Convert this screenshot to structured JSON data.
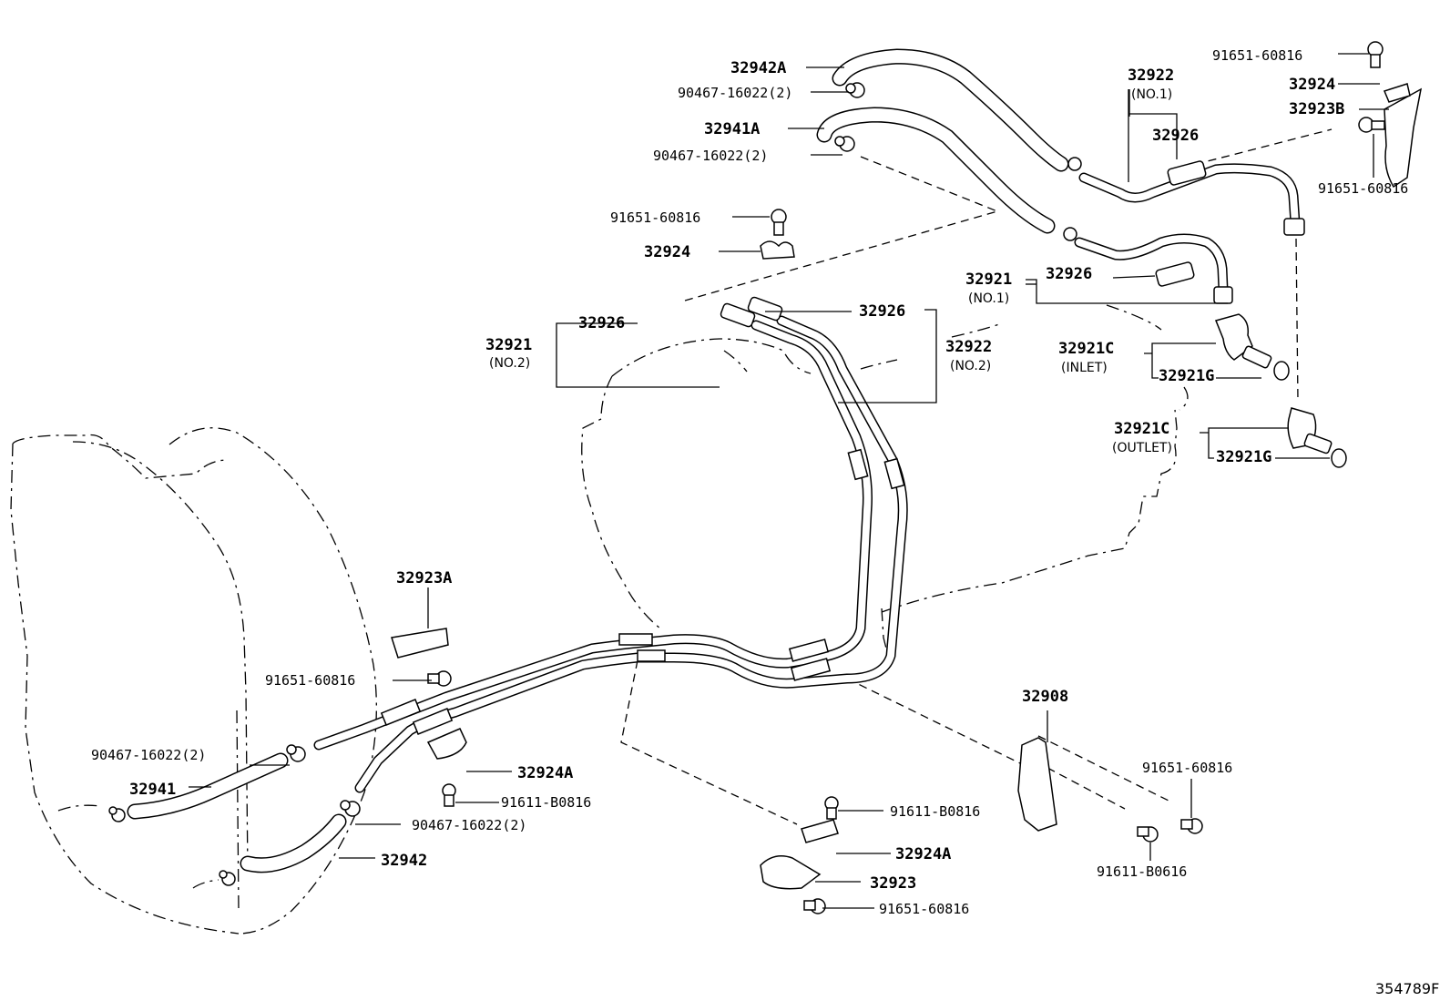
{
  "diagram_id": "354789F",
  "labels": {
    "l32942A": "32942A",
    "l90467_a": "90467-16022(2)",
    "l32941A": "32941A",
    "l90467_b": "90467-16022(2)",
    "l91651_a": "91651-60816",
    "l32924_a": "32924",
    "l32922_no1": "32922",
    "l32922_no1_sub": "(NO.1)",
    "l32926_a": "32926",
    "l91651_b": "91651-60816",
    "l32924_b": "32924",
    "l32923B": "32923B",
    "l91651_c": "91651-60816",
    "l32921_no1": "32921",
    "l32921_no1_sub": "(NO.1)",
    "l32926_b": "32926",
    "l32926_c": "32926",
    "l32926_d": "32926",
    "l32921_no2": "32921",
    "l32921_no2_sub": "(NO.2)",
    "l32922_no2": "32922",
    "l32922_no2_sub": "(NO.2)",
    "l32921C_in": "32921C",
    "l32921C_in_sub": "(INLET)",
    "l32921G_a": "32921G",
    "l32921C_out": "32921C",
    "l32921C_out_sub": "(OUTLET)",
    "l32921G_b": "32921G",
    "l32923A": "32923A",
    "l91651_d": "91651-60816",
    "l90467_c": "90467-16022(2)",
    "l32941": "32941",
    "l32924A_a": "32924A",
    "l91611_a": "91611-B0816",
    "l90467_d": "90467-16022(2)",
    "l32942": "32942",
    "l32908": "32908",
    "l91651_e": "91651-60816",
    "l91611_b": "91611-B0816",
    "l32924A_b": "32924A",
    "l32923": "32923",
    "l91651_f": "91651-60816",
    "l91611_c": "91611-B0616"
  }
}
